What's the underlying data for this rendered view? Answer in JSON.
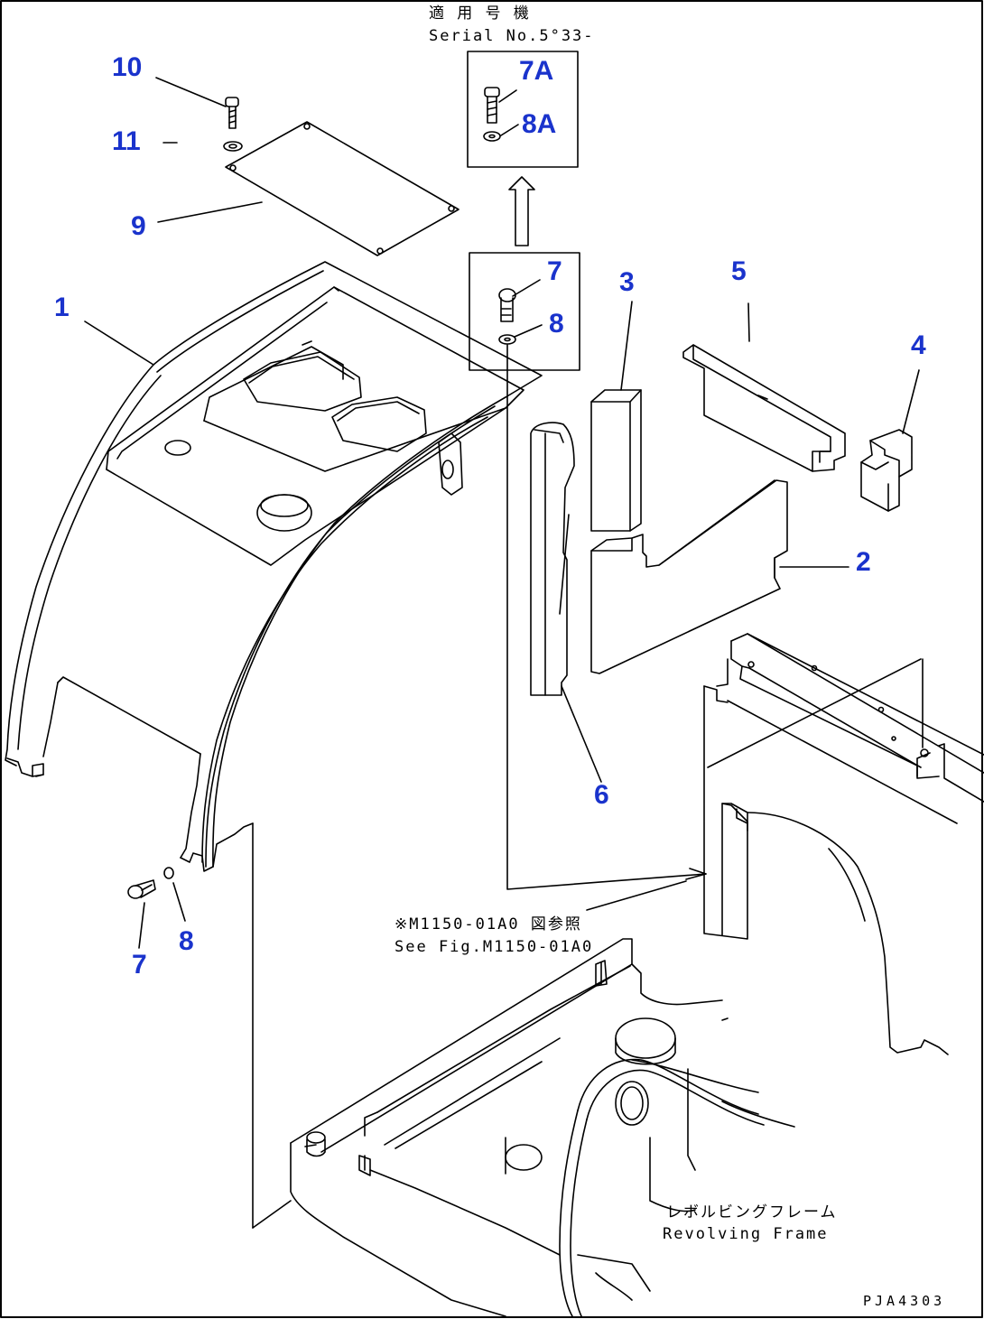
{
  "serial_note": {
    "jp": "適 用 号 機",
    "en": "Serial No.5°33-"
  },
  "reference_note": {
    "jp": "※M1150-01A0 図参照",
    "en": "See Fig.M1150-01A0"
  },
  "frame_note": {
    "jp": "レボルビングフレーム",
    "en": "Revolving Frame"
  },
  "drawing_code": "PJA4303",
  "callouts": {
    "c1": "1",
    "c2": "2",
    "c3": "3",
    "c4": "4",
    "c5": "5",
    "c6": "6",
    "c7_top": "7",
    "c7a": "7A",
    "c7_bottom": "7",
    "c8_top": "8",
    "c8a": "8A",
    "c8_bottom": "8",
    "c9": "9",
    "c10": "10",
    "c11": "11"
  },
  "colors": {
    "callout": "#1a33cc",
    "line": "#000000",
    "background": "#ffffff"
  }
}
